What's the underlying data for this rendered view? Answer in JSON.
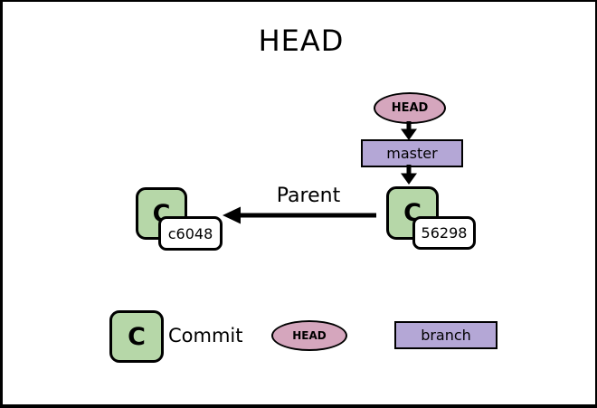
{
  "title": "HEAD",
  "diagram": {
    "head_pointer": {
      "label": "HEAD"
    },
    "branch": {
      "label": "master"
    },
    "parent_edge": {
      "label": "Parent"
    },
    "commits": [
      {
        "letter": "C",
        "id": "c6048"
      },
      {
        "letter": "C",
        "id": "56298"
      }
    ]
  },
  "legend": [
    {
      "shape": "commit",
      "symbol": "C",
      "label": "Commit"
    },
    {
      "shape": "head",
      "label": "HEAD"
    },
    {
      "shape": "branch",
      "label": "branch"
    }
  ],
  "colors": {
    "commit_fill": "#b6d7a8",
    "head_fill": "#d5a6bd",
    "branch_fill": "#b4a7d6",
    "outline": "#000000",
    "background": "#ffffff"
  }
}
